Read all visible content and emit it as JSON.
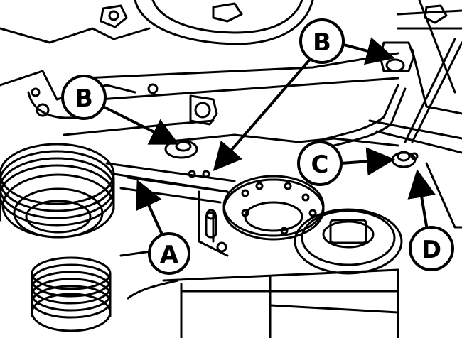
{
  "callouts": {
    "a": {
      "label": "A"
    },
    "b_left": {
      "label": "B"
    },
    "b_top": {
      "label": "B"
    },
    "c": {
      "label": "C"
    },
    "d": {
      "label": "D"
    }
  },
  "colors": {
    "ink": "#000000",
    "paper": "#ffffff"
  }
}
